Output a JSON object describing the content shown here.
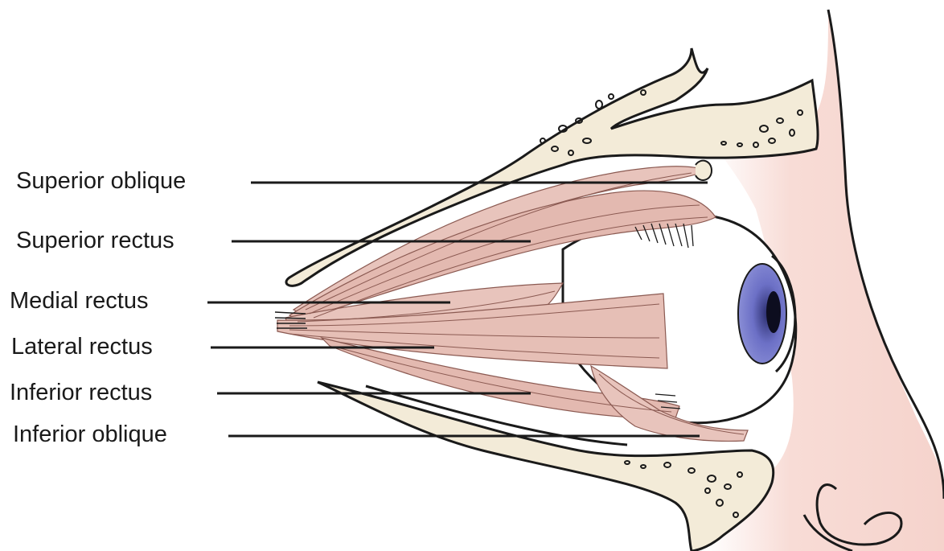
{
  "diagram": {
    "labels": [
      "Superior oblique",
      "Superior rectus",
      "Medial rectus",
      "Lateral rectus",
      "Inferior rectus",
      "Inferior oblique"
    ]
  },
  "colors": {
    "muscle": "#e8c4bc",
    "muscle_stroke": "#8b5a52",
    "bone": "#f3ebd8",
    "skin": "#f7d9d2",
    "iris": "#6b6fc2",
    "outline": "#1a1a1a"
  }
}
